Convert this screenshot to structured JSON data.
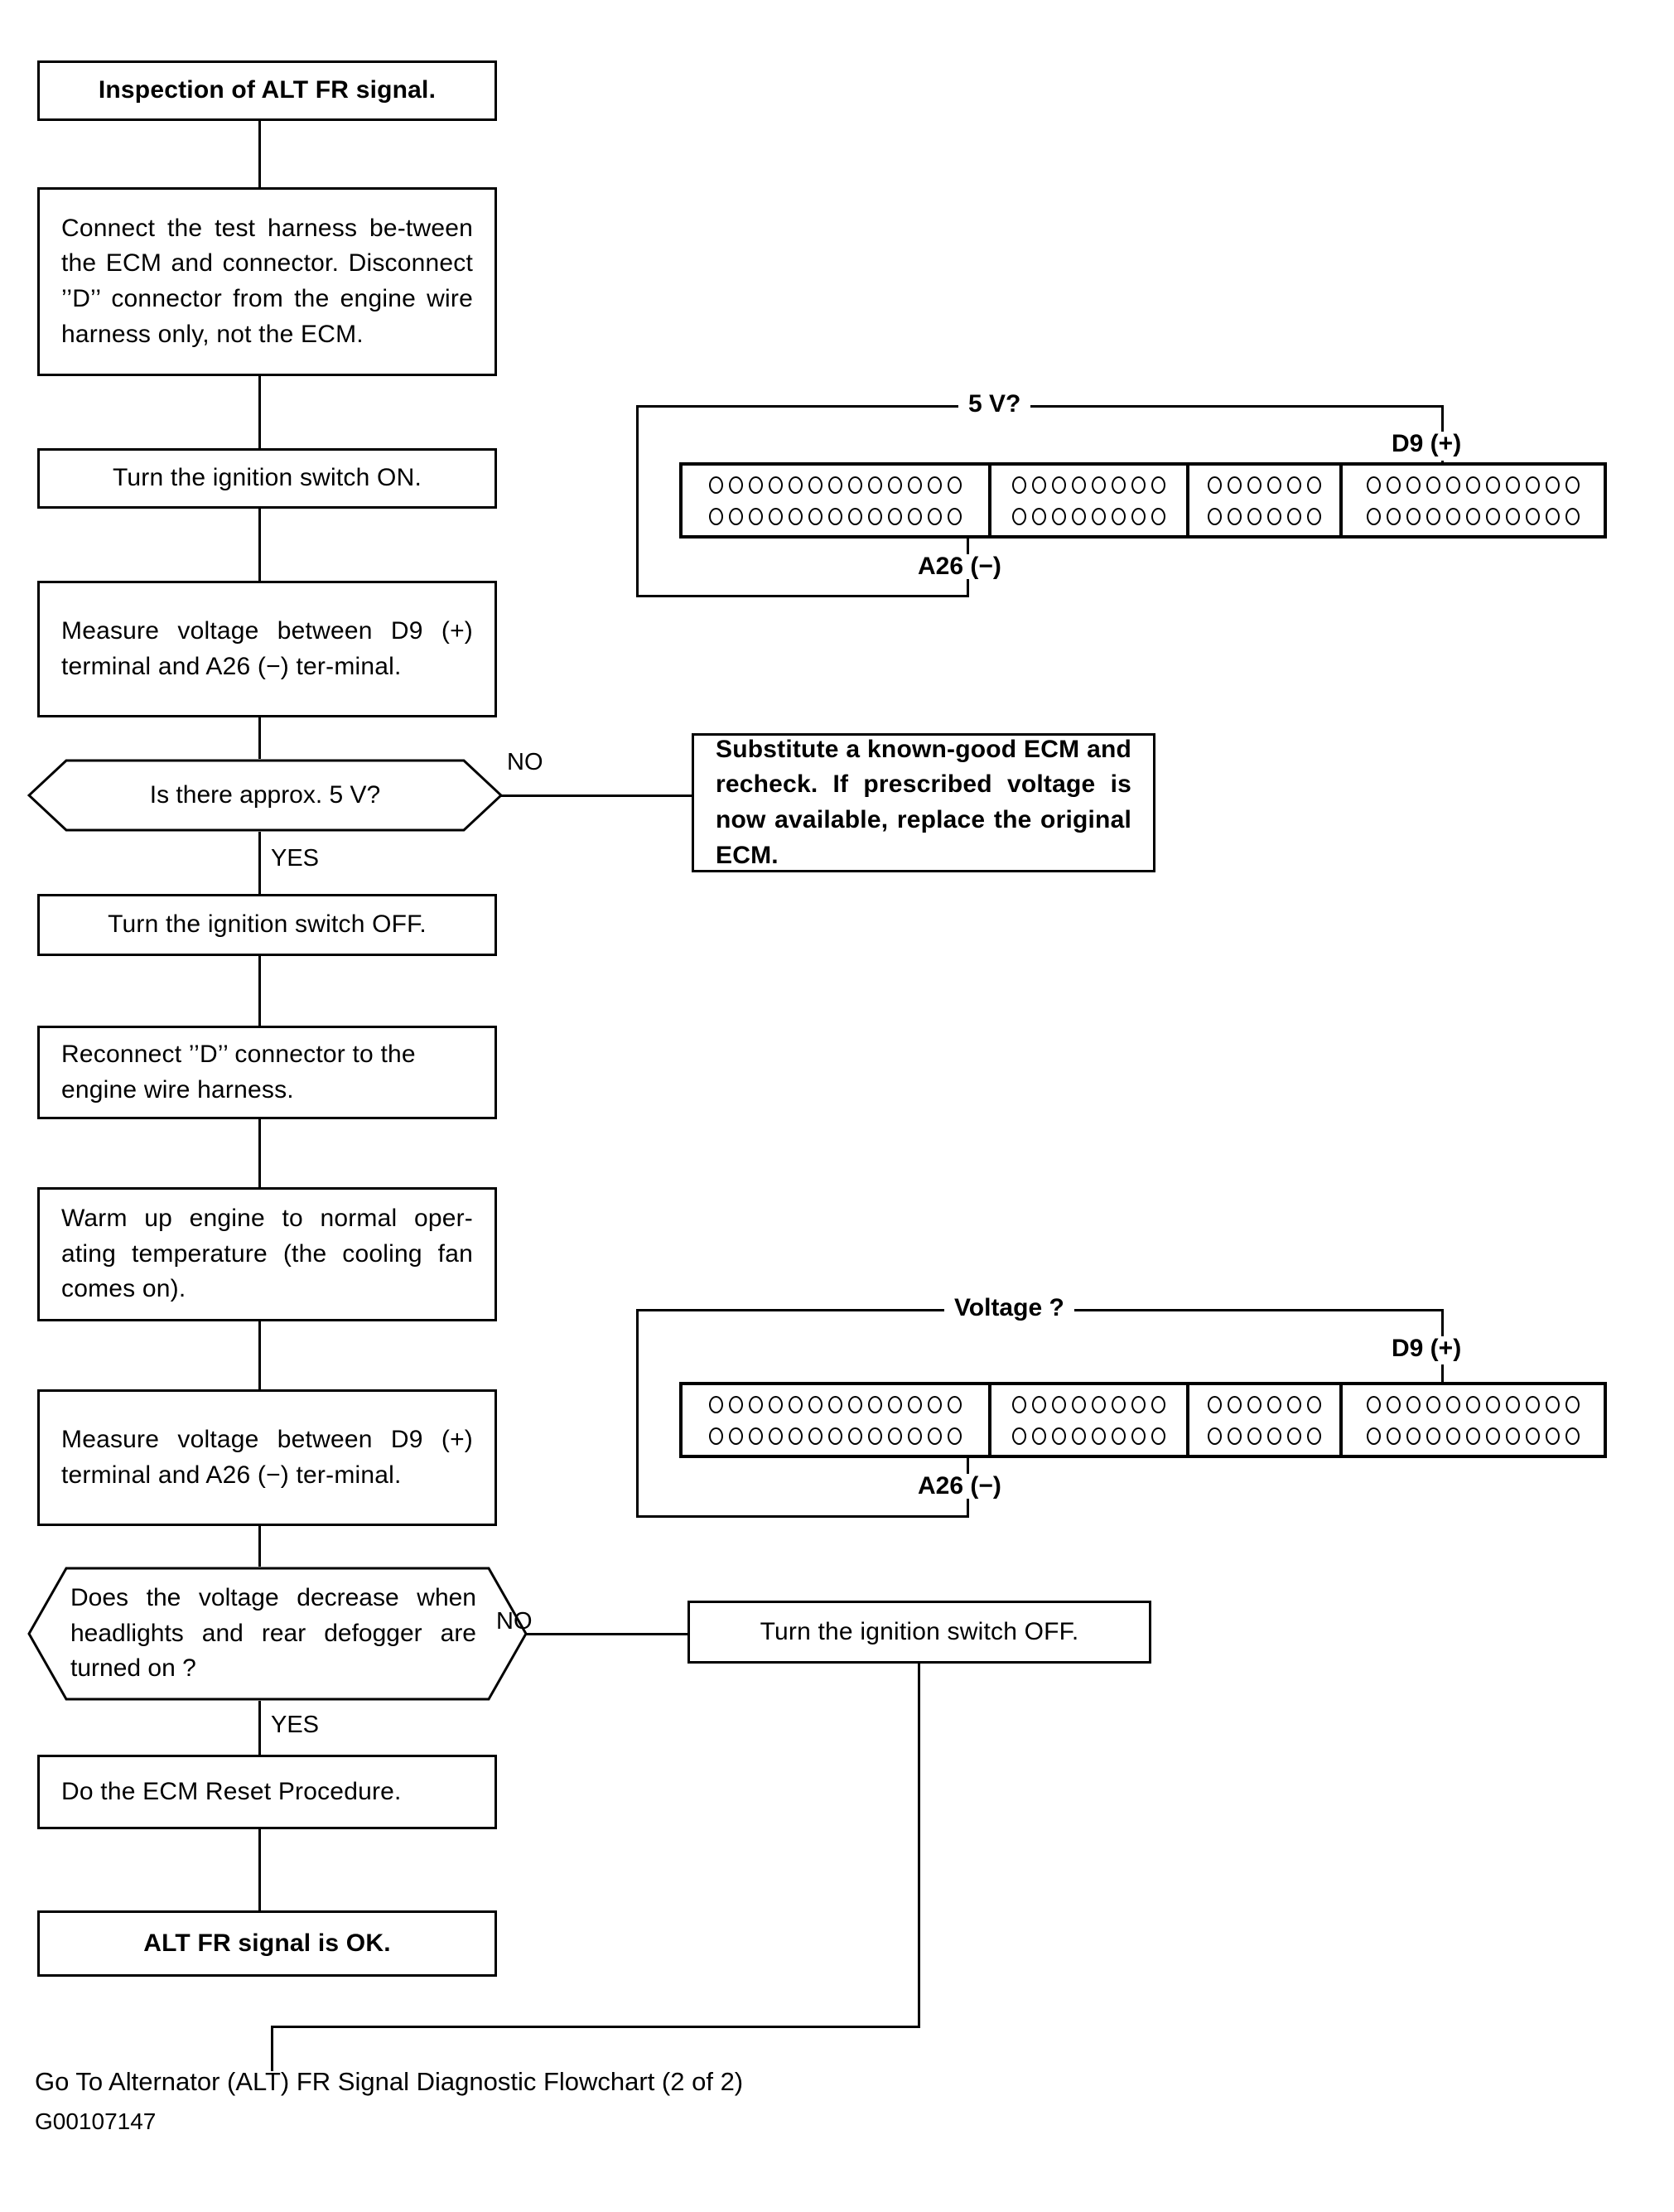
{
  "document": {
    "footer_link": "Go To Alternator (ALT) FR Signal Diagnostic Flowchart (2 of 2)",
    "figure_id": "G00107147"
  },
  "flow": {
    "title_box": "Inspection of ALT FR signal.",
    "step_connect_harness": "Connect the test harness be-tween the ECM and connector. Disconnect ’’D’’ connector from the engine wire harness only, not the ECM.",
    "step_ignition_on": "Turn the ignition switch ON.",
    "step_measure_voltage_1": "Measure voltage between D9 (+) terminal and A26 (−) ter-minal.",
    "decision_5v": "Is there approx. 5 V?",
    "decision_5v_no": "NO",
    "decision_5v_yes": "YES",
    "step_substitute_ecm": "Substitute a known-good ECM and recheck. If prescribed voltage is now available, replace the original ECM.",
    "step_ignition_off_1": "Turn the ignition switch OFF.",
    "step_reconnect_d": "Reconnect ’’D’’ connector to the engine wire harness.",
    "step_warm_up": "Warm up engine to normal oper-ating temperature (the cooling fan comes on).",
    "step_measure_voltage_2": "Measure voltage between D9 (+) terminal and A26 (−) ter-minal.",
    "decision_voltage_drop": "Does the voltage decrease when headlights and rear defogger are turned on ?",
    "decision_voltage_drop_no": "NO",
    "decision_voltage_drop_yes": "YES",
    "step_ignition_off_2": "Turn the ignition switch OFF.",
    "step_ecm_reset": "Do the ECM Reset Procedure.",
    "result_ok": "ALT FR signal is OK."
  },
  "connector_top": {
    "bracket_label": "5 V?",
    "positive_terminal": "D9 (+)",
    "negative_terminal": "A26 (−)",
    "segments": [
      13,
      8,
      6,
      11
    ],
    "rows": 2,
    "marked_positive": {
      "segment": 3,
      "row": 0,
      "pin": 4
    },
    "marked_negative": {
      "segment": 0,
      "row": 1,
      "pin": 12
    }
  },
  "connector_bottom": {
    "bracket_label": "Voltage ?",
    "positive_terminal": "D9 (+)",
    "negative_terminal": "A26 (−)",
    "segments": [
      13,
      8,
      6,
      11
    ],
    "rows": 2,
    "marked_positive": {
      "segment": 3,
      "row": 0,
      "pin": 4
    },
    "marked_negative": {
      "segment": 0,
      "row": 1,
      "pin": 12
    }
  }
}
